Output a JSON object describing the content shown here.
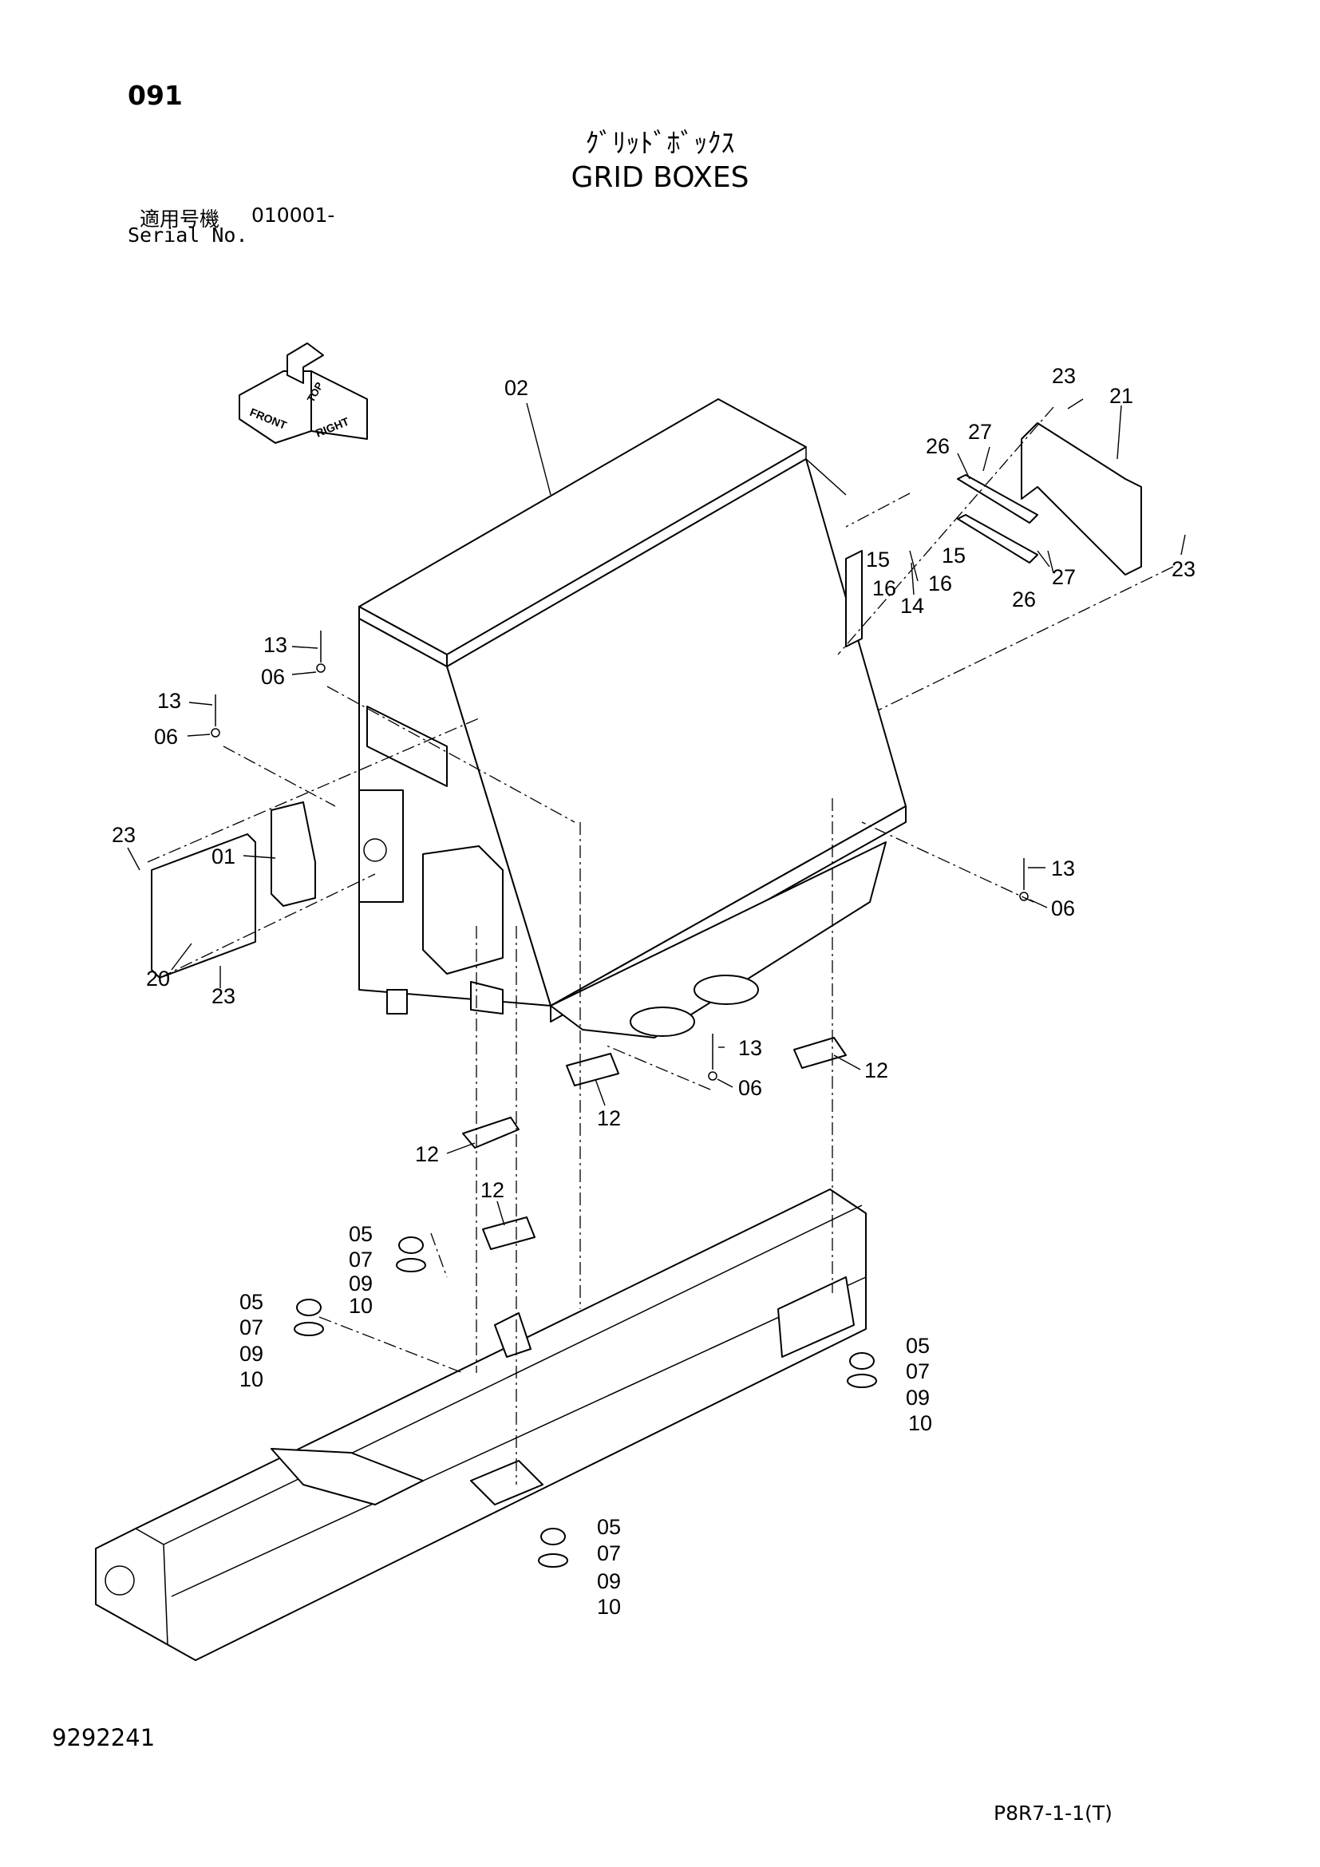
{
  "header": {
    "page_number": "091",
    "title_jp": "ｸﾞﾘｯﾄﾞﾎﾞｯｸｽ",
    "title_en": "GRID BOXES",
    "serial_label_jp": "適用号機",
    "serial_value": "010001-",
    "serial_label_en": "Serial No."
  },
  "compass": {
    "top": "TOP",
    "front": "FRONT",
    "right": "RIGHT"
  },
  "callouts": {
    "c01": "01",
    "c02": "02",
    "c05a": "05",
    "c07a": "07",
    "c09a": "09",
    "c10a": "10",
    "c05b": "05",
    "c07b": "07",
    "c09b": "09",
    "c10b": "10",
    "c05c": "05",
    "c07c": "07",
    "c09c": "09",
    "c10c": "10",
    "c05d": "05",
    "c07d": "07",
    "c09d": "09",
    "c10d": "10",
    "c13a": "13",
    "c06a": "06",
    "c13b": "13",
    "c06b": "06",
    "c13c": "13",
    "c06c": "06",
    "c13d": "13",
    "c06d": "06",
    "c12a": "12",
    "c12b": "12",
    "c12c": "12",
    "c12d": "12",
    "c14": "14",
    "c15a": "15",
    "c15b": "15",
    "c16a": "16",
    "c16b": "16",
    "c20": "20",
    "c21": "21",
    "c23a": "23",
    "c23b": "23",
    "c23c": "23",
    "c23d": "23",
    "c26a": "26",
    "c26b": "26",
    "c27a": "27",
    "c27b": "27"
  },
  "footer": {
    "doc_id": "9292241",
    "figure_code": "P8R7-1-1(T)"
  }
}
